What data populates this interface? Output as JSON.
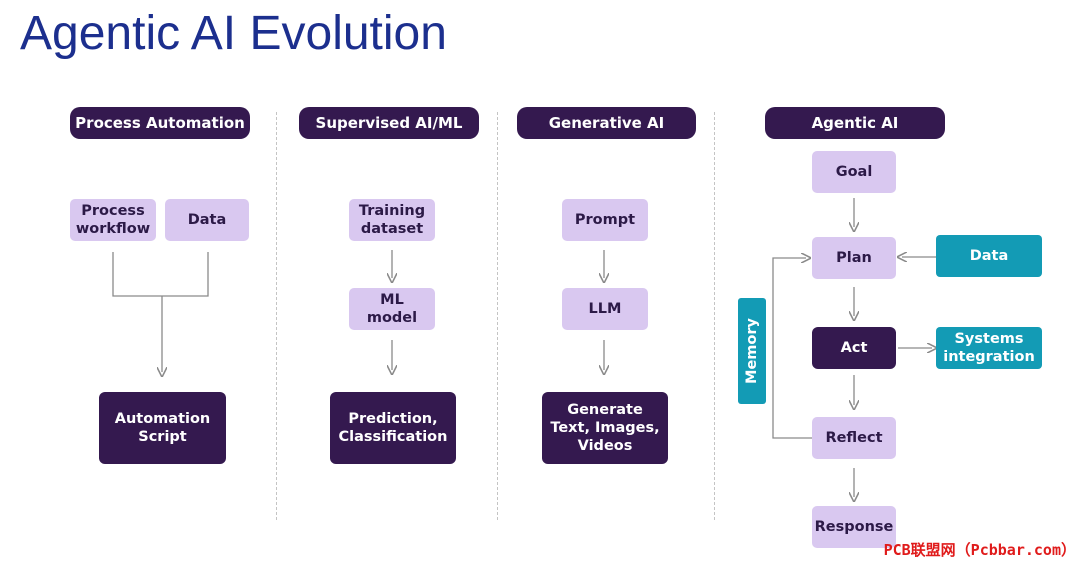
{
  "title": "Agentic AI Evolution",
  "columns": [
    {
      "header": "Process Automation",
      "inputs": [
        "Process\nworkflow",
        "Data"
      ],
      "output": "Automation\nScript"
    },
    {
      "header": "Supervised AI/ML",
      "steps": [
        "Training\ndataset",
        "ML\nmodel"
      ],
      "output": "Prediction,\nClassification"
    },
    {
      "header": "Generative AI",
      "steps": [
        "Prompt",
        "LLM"
      ],
      "output": "Generate\nText, Images,\nVideos"
    },
    {
      "header": "Agentic AI",
      "steps": [
        "Goal",
        "Plan",
        "Act",
        "Reflect",
        "Response"
      ],
      "side": {
        "data": "Data",
        "systems": "Systems\nintegration",
        "memory": "Memory"
      }
    }
  ],
  "colors": {
    "dark": "#34194f",
    "light": "#d9c8f0",
    "teal": "#139bb5",
    "title": "#1c2f8e"
  },
  "watermark": "PCB联盟网（Pcbbar.com）"
}
